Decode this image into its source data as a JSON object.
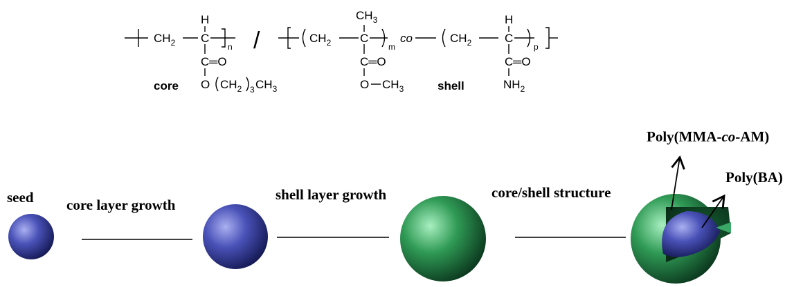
{
  "chemistry": {
    "core_polymer": {
      "label": "core",
      "h_atom": "H",
      "ch2": "CH",
      "ch2_sub": "2",
      "c": "C",
      "repeat_n": "n",
      "carbonyl": "C═O",
      "ester_o": "O",
      "butyl_ch2": "CH",
      "butyl_ch2_sub": "2",
      "butyl_repeat": "3",
      "butyl_ch3": "CH",
      "butyl_ch3_sub": "3"
    },
    "separator": "/",
    "shell_polymer": {
      "label": "shell",
      "mma_ch3": "CH",
      "mma_ch3_sub": "3",
      "ch2": "CH",
      "ch2_sub": "2",
      "c": "C",
      "repeat_m": "m",
      "co": "co",
      "mma_carbonyl": "C═O",
      "mma_ester": "O",
      "mma_methyl": "CH",
      "mma_methyl_sub": "3",
      "am_h": "H",
      "am_ch2": "CH",
      "am_ch2_sub": "2",
      "am_c": "C",
      "repeat_p": "p",
      "am_carbonyl": "C═O",
      "am_nh2": "NH",
      "am_nh2_sub": "2"
    }
  },
  "stages": {
    "seed": "seed",
    "core_growth": "core layer growth",
    "shell_growth": "shell layer growth",
    "core_shell": "core/shell structure"
  },
  "annotations": {
    "shell_material_prefix": "Poly(MMA-",
    "shell_material_italic": "co",
    "shell_material_suffix": "-AM)",
    "core_material": "Poly(BA)"
  },
  "colors": {
    "core_blue": "#4a52b8",
    "shell_green": "#2f9a55"
  }
}
